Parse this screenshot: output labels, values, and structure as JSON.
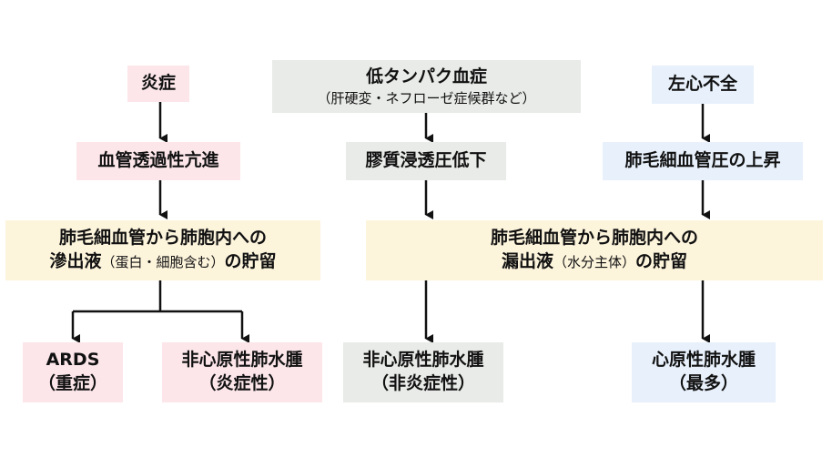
{
  "colors": {
    "pink": "#fce6ea",
    "grey": "#e8ebe7",
    "blue": "#e7f0fb",
    "yellow": "#fdf4dc",
    "line": "#111111"
  },
  "left": {
    "cause": "炎症",
    "step": "血管透過性亢進",
    "accum_line1": "肺毛細血管から肺胞内への",
    "accum_bold_a": "滲出液",
    "accum_note": "（蛋白・細胞含む）",
    "accum_bold_b": "の貯留",
    "out1_title": "ARDS",
    "out1_sub": "（重症）",
    "out2_title": "非心原性肺水腫",
    "out2_sub": "（炎症性）"
  },
  "middle": {
    "cause_title": "低タンパク血症",
    "cause_note": "（肝硬変・ネフローゼ症候群など）",
    "step": "膠質浸透圧低下",
    "out_title": "非心原性肺水腫",
    "out_sub": "（非炎症性）"
  },
  "shared": {
    "accum_line1": "肺毛細血管から肺胞内への",
    "accum_bold_a": "漏出液",
    "accum_note": "（水分主体）",
    "accum_bold_b": "の貯留"
  },
  "right": {
    "cause": "左心不全",
    "step": "肺毛細血管圧の上昇",
    "out_title": "心原性肺水腫",
    "out_sub": "（最多）"
  }
}
